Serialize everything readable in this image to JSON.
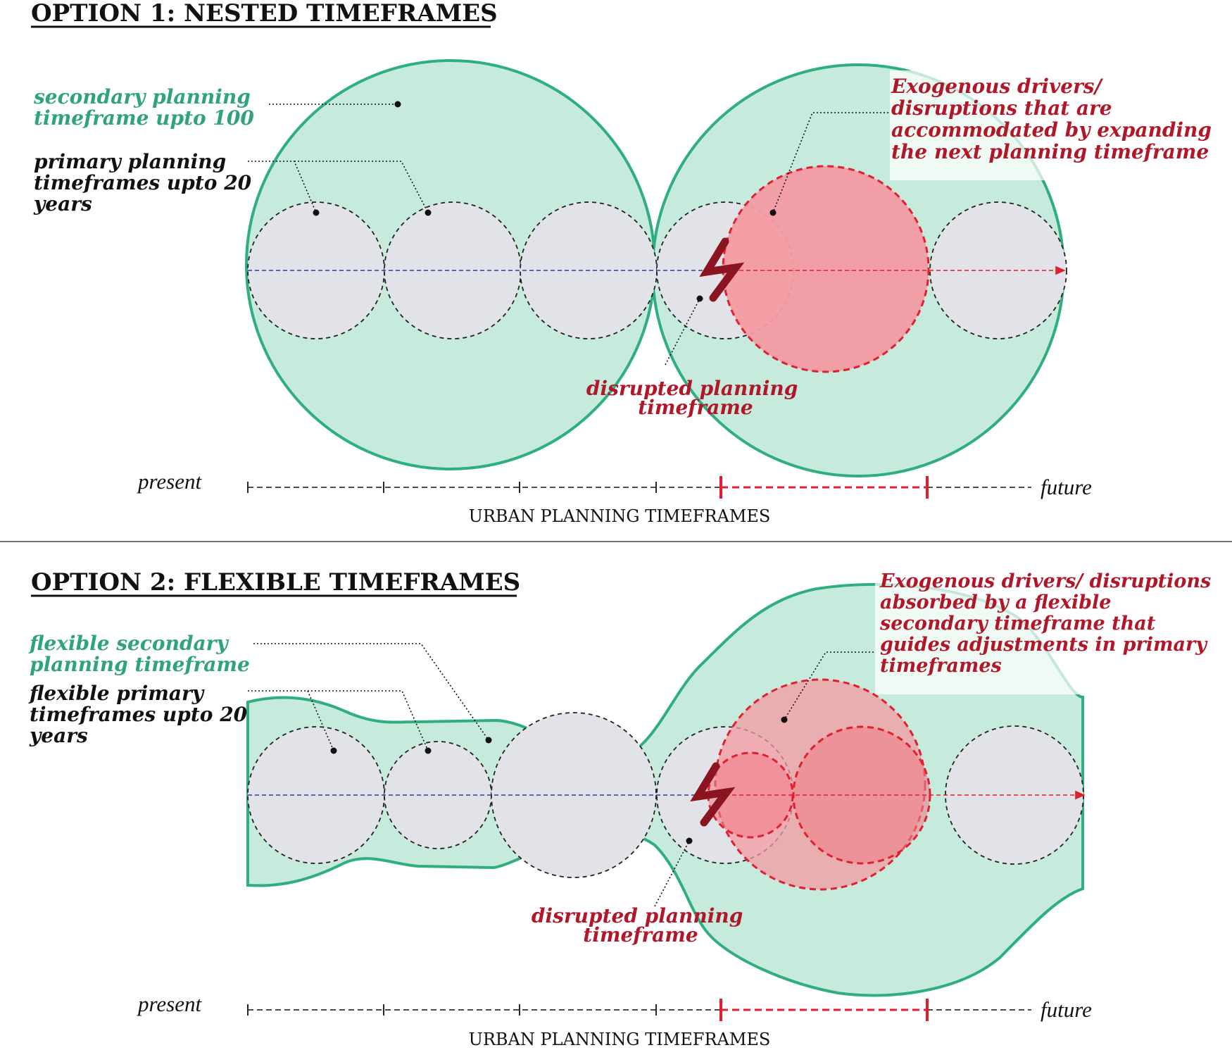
{
  "colors": {
    "secondary_fill": "#c6ebdc",
    "secondary_stroke": "#2fae7f",
    "primary_fill": "#e1e3e8",
    "disruption_fill": "#f49aa2",
    "disruption_stroke": "#e0202e",
    "baseline_blue": "#2a3c9b",
    "lightning": "#8a1520",
    "green_text": "#2fa37c",
    "red_text": "#b0182a"
  },
  "icons": {
    "disruption": "lightning-bolt-icon"
  },
  "option1": {
    "title": "OPTION 1: NESTED TIMEFRAMES",
    "secondary_label": [
      "secondary planning",
      "timeframe upto 100"
    ],
    "primary_label": [
      "primary planning",
      "timeframes upto 20",
      "years"
    ],
    "exogenous_label": [
      "Exogenous drivers/",
      "disruptions that are",
      "accommodated by expanding",
      "the next planning timeframe"
    ],
    "disrupted_label": [
      "disrupted planning",
      "timeframe"
    ],
    "axis_start": "present",
    "axis_end": "future",
    "axis_title": "URBAN PLANNING TIMEFRAMES"
  },
  "option2": {
    "title": "OPTION 2: FLEXIBLE TIMEFRAMES",
    "secondary_label": [
      "flexible secondary",
      "planning timeframe"
    ],
    "primary_label": [
      "flexible primary",
      "timeframes upto 20",
      "years"
    ],
    "exogenous_label": [
      "Exogenous drivers/ disruptions",
      "absorbed by a flexible",
      "secondary timeframe that",
      "guides adjustments in primary",
      "timeframes"
    ],
    "disrupted_label": [
      "disrupted planning",
      "timeframe"
    ],
    "axis_start": "present",
    "axis_end": "future",
    "axis_title": "URBAN PLANNING TIMEFRAMES"
  }
}
